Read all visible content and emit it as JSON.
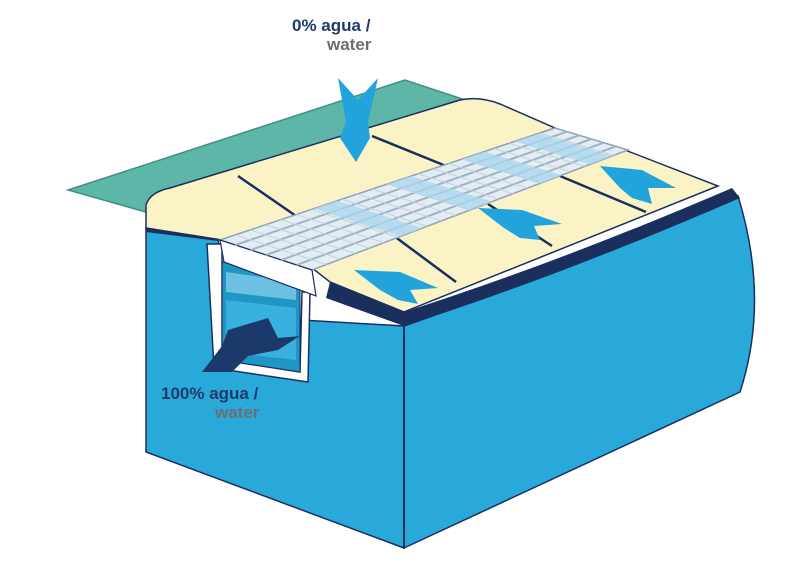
{
  "labels": {
    "top": {
      "line1": "0% agua /",
      "line2": "water"
    },
    "bottom": {
      "line1": "100% agua /",
      "line2": "water"
    }
  },
  "colors": {
    "pool": "#29a9d9",
    "pool_dark": "#1f96c4",
    "rim": "#1b2f5e",
    "tile": "#f9f3c6",
    "deck": "#5eb6a8",
    "grating": "#e4edf3",
    "grating_band": "#a9d6ee",
    "arrow_light": "#23a3dc",
    "arrow_dark": "#1b3a6b",
    "text_dark": "#1f3a6b",
    "text_grey": "#6d6e71"
  }
}
